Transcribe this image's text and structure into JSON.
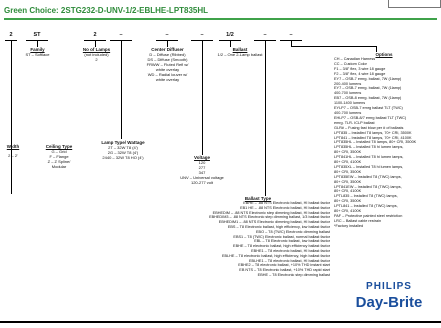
{
  "header": {
    "title": "Green Choice: 2STG232-D-UNV-1/2-EBLHE-LPT835HL"
  },
  "sequence": [
    "2",
    "ST",
    "2",
    "–",
    "–",
    "–",
    "1/2",
    "–",
    "–"
  ],
  "columns": {
    "family": {
      "heading": "Family",
      "text": [
        "ST – Softlace"
      ]
    },
    "num_lamps": {
      "heading": "No of Lamps",
      "text": [
        "(not included)",
        "2"
      ]
    },
    "diffuser": {
      "heading": "Center Diffuser",
      "text": [
        "D – Diffuse (Ribbed)",
        "DS – Diffuse (Smooth)",
        "FRWW – Fluted Refl w/",
        "white overlay",
        "WD – Radial louver w/",
        "white overlay"
      ]
    },
    "ballast": {
      "heading": "Ballast",
      "text": [
        "1/2 – One 2-Lamp ballast"
      ]
    },
    "width": {
      "heading": "Width",
      "text": [
        "2 – 2'"
      ]
    },
    "ceiling": {
      "heading": "Ceiling Type",
      "text": [
        "G – Grid",
        "F – Flange",
        "Z – Z Spline/",
        "Modular"
      ]
    },
    "wattage": {
      "heading": "Lamp Type/ Wattage",
      "text": [
        "2T – 32W T8 (4')",
        "2G – 32W T8 (4')",
        "2440 – 32W T8 HO (4')"
      ]
    },
    "voltage": {
      "heading": "Voltage",
      "text": [
        "120",
        "277",
        "347",
        "UNV – Universal voltage",
        "120-277 volt"
      ]
    }
  },
  "options": {
    "heading": "Options",
    "lines": [
      "CH – Canadian Harness",
      "CC – Custom Color",
      "F1 – 3/8\" flex, 3 wire 18 gauge",
      "F2 – 3/8\" flex, 4 wire 18 gauge",
      "EY7 – OSB-7 emrg. ballast, 7W (1lamp)",
      "200-400 lumens",
      "EY7 – OSB-7 emrg. ballast, 7W (1lamp)",
      "400-700 lumens",
      "EB7 – OSB-8 emrg. ballast, 7W (1lamp)",
      "1100-1400 lumens",
      "EYLP7 – OSB-7 emrg ballast TLT (TWC)",
      "400-700 lumens",
      "EHLP7 – OSB-8/7 emrg ballast TLT (TWC)",
      "emrg. TLR- ICLP ballast",
      "GLR# – Fusing fast blow per # of ballasts",
      "LPT835 – Installed T8 lamps, 70+ CRI, 3500K",
      "LPT841 – Installed T8 lamps, 70+ CRI, 4100K",
      "LPT835HL – Installed T8 lamps, 80+ CRI, 3500K",
      "LPT835HL – Installed T8 hi lumen lamps,",
      "80+ CRI, 3500K",
      "LPT841HL – Installed T8 hi lumen lamps,",
      "80+ CRI, 4100K",
      "LPT835XL – Installed T8 hi lumen lamps,",
      "80+ CRI, 3500K",
      "LPT835EW – Installed T8 (TWC) lamps,",
      "80+ CRI, 3500K",
      "LPT841EW – Installed T8 (TWC) lamps,",
      "80+ CRI, 4100K",
      "LPTL835 – Installed T8 (TWC) lamps,",
      "80+ CRI, 3500K",
      "LPTL841 – Installed T8 (TWC) lamps,",
      "80+ CRI, 4100K",
      "PAF – Protective painted steel restriction",
      "LRC – Ballast cable restrain",
      "*Factory installed"
    ]
  },
  "ballast_type": {
    "heading": "Ballast Type",
    "lines": [
      "EBHE – .88 NTS Electronic ballast, HI ballast factor",
      "EB1 HE – .88 NTS Electronic ballast, HI ballast factor",
      "EBHEDIM – .88 NTS Electronic step dimming ballast, HI ballast factor",
      "EBHEDIM3 – .88 NTS Electronic step dimming ballast, 1/3 ballast factor",
      "EBHEDIM1 – .88 NTS Electronic dimming ballast, HI ballast factor",
      "EBS – T8 Electronic ballast, high efficiency, low ballast factor",
      "EBO – T8 (TWC) Electronic dimming ballast",
      "EBS1 – T8 (TWC) Electronic ballast, normal ballast factor",
      "EBL – T8 Electronic ballast, low ballast factor",
      "EBHE – T8 electronic ballast, high efficiency ballast factor",
      "EBHE1 – T8 electronic ballast, HI ballast factor",
      "EBLHE – T8 electronic ballast, high efficiency, high ballast factor",
      "EBLHE1 – T8 electronic ballast, HI ballast factor",
      "EBHE2 – T8 electronic ballast, +10% THD instant start",
      "EB NTS – T8 Electronic ballast, +10% THD rapid start",
      "EBHE – T8 Electronic step dimming ballast"
    ]
  },
  "brand": {
    "philips": "PHILIPS",
    "daybrite": "Day-Brite"
  },
  "colors": {
    "title_green": "#2e8b3a",
    "rule_green": "#3fa24a",
    "brand_blue": "#1a4e9c"
  }
}
